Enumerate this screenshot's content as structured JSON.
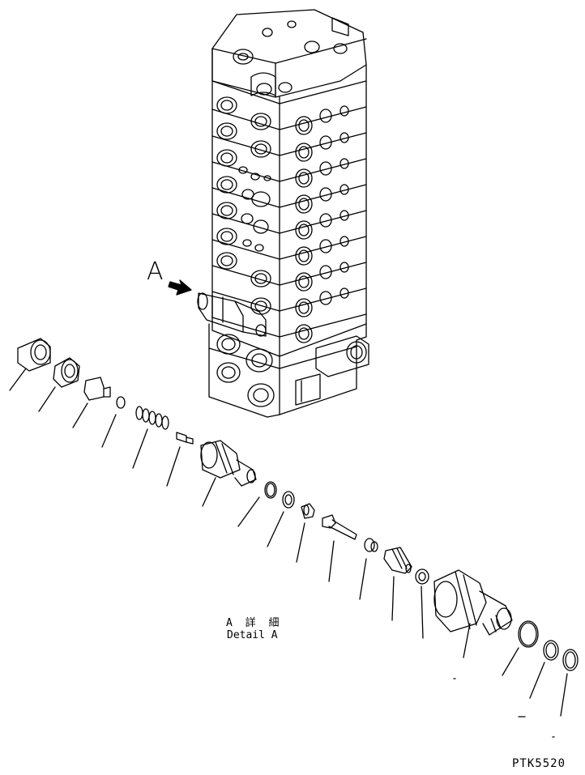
{
  "view_label": "A",
  "detail_caption_jp": "A 詳 細",
  "detail_caption_en": "Detail A",
  "drawing_code": "PTK5520",
  "colors": {
    "line": "#000000",
    "background": "#ffffff"
  }
}
